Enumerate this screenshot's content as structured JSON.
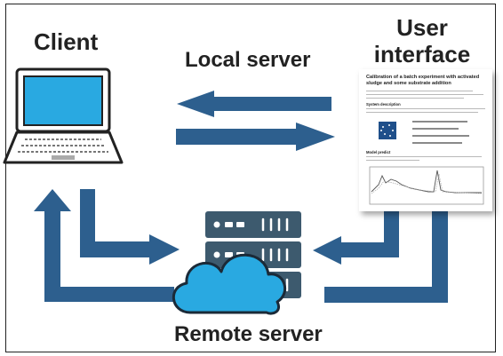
{
  "labels": {
    "client": "Client",
    "local_server": "Local server",
    "user_interface": "User interface",
    "remote_server": "Remote server"
  },
  "document": {
    "title": "Calibration of a batch experiment with activated sludge and some substrate addition",
    "section_1": "System description",
    "section_2": "Model predict"
  },
  "colors": {
    "arrow": "#2d5f8e",
    "laptop_screen": "#29a9e1",
    "server": "#3d5a6e",
    "cloud": "#29a9e1"
  }
}
